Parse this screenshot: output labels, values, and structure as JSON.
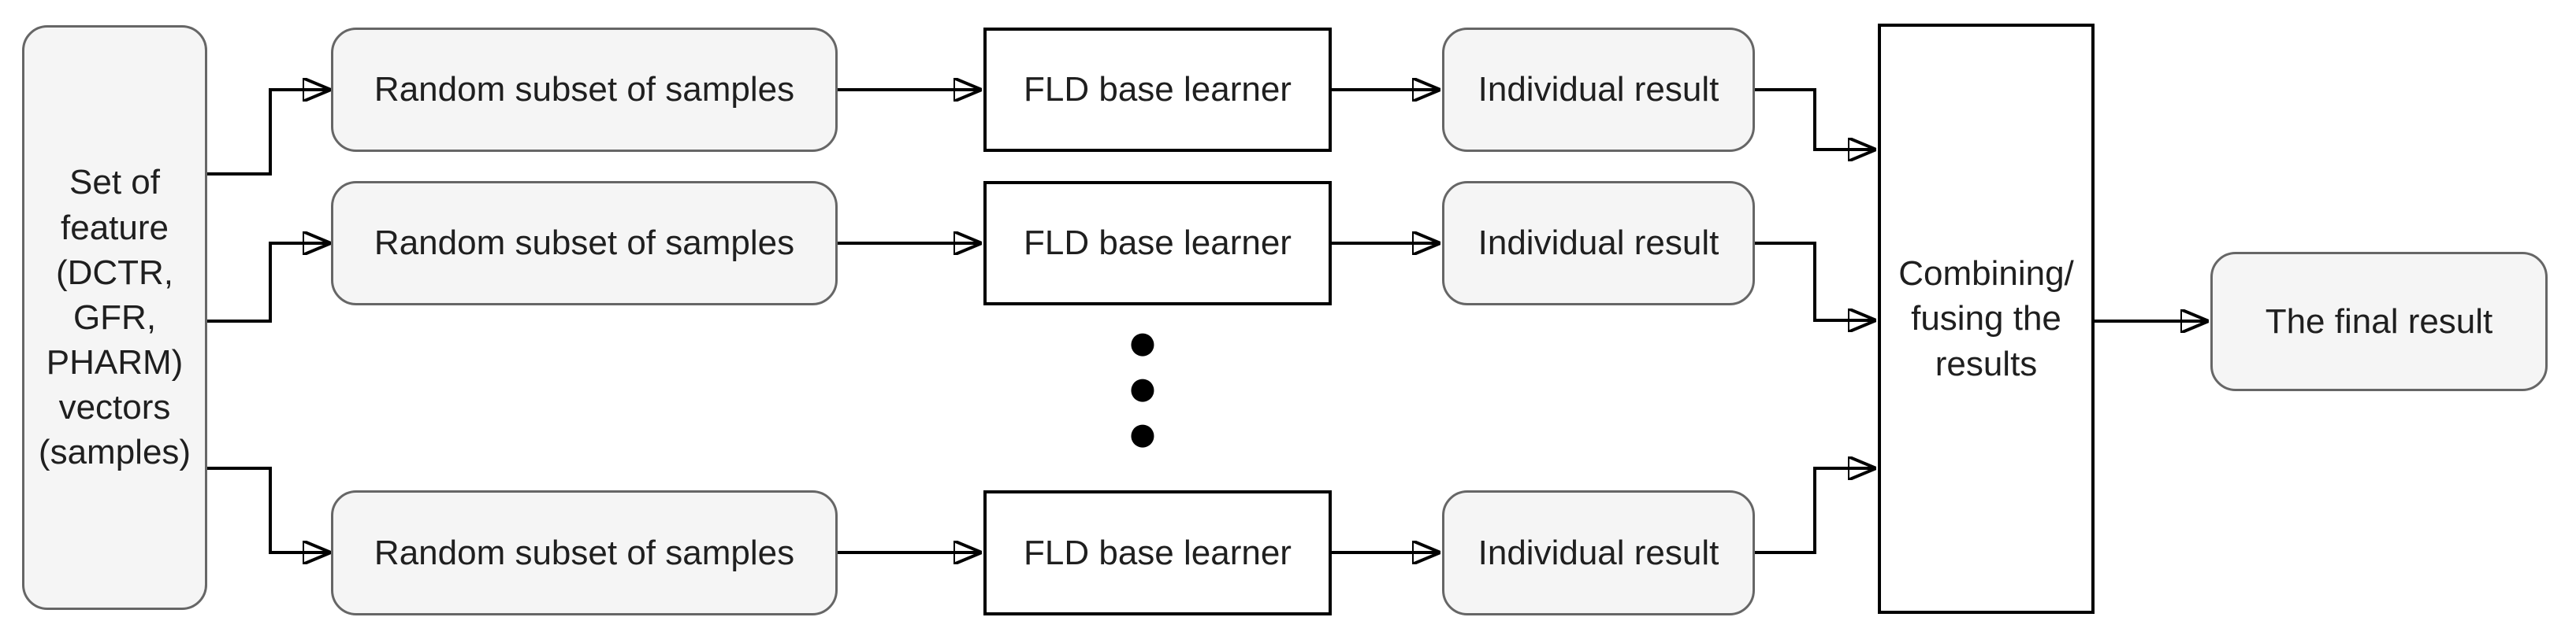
{
  "diagram": {
    "type": "flowchart",
    "input": {
      "label": "Set of\nfeature\n(DCTR,\nGFR,\nPHARM)\nvectors\n(samples)"
    },
    "rows": [
      {
        "subset": "Random subset of samples",
        "learner": "FLD base learner",
        "result": "Individual result"
      },
      {
        "subset": "Random subset of samples",
        "learner": "FLD base learner",
        "result": "Individual result"
      },
      {
        "subset": "Random subset of samples",
        "learner": "FLD base learner",
        "result": "Individual result"
      }
    ],
    "combining": {
      "label": "Combining/\nfusing the\nresults"
    },
    "final": {
      "label": "The final result"
    },
    "colors": {
      "rounded_node_fill": "#f5f5f5",
      "rounded_node_border": "#666666",
      "plain_node_border": "#000000",
      "connector": "#000000",
      "text": "#1f1f1f"
    }
  },
  "icons": {
    "dot": "●"
  }
}
